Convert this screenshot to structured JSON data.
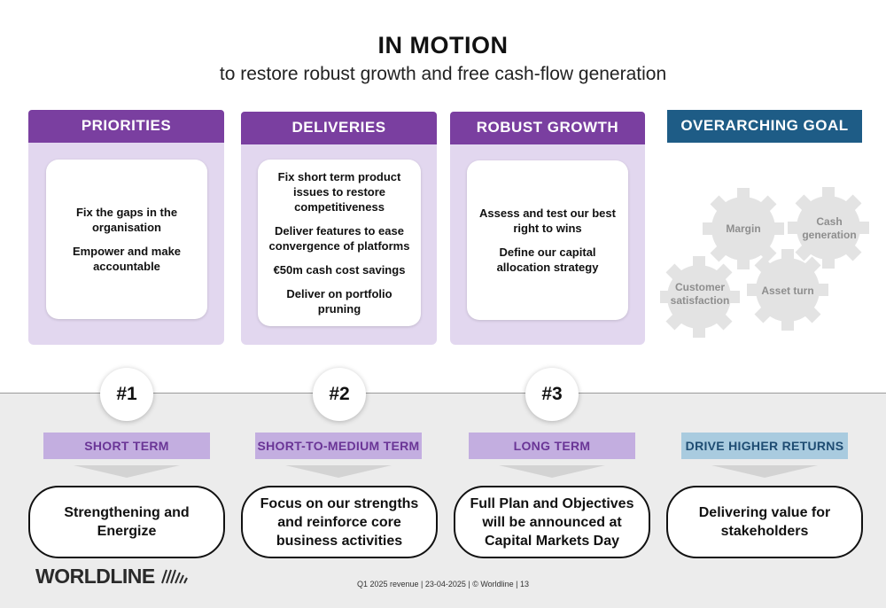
{
  "header": {
    "title": "IN MOTION",
    "subtitle": "to restore robust growth and free cash-flow generation"
  },
  "columns": [
    {
      "heading": "PRIORITIES",
      "items": [
        "Fix the  gaps in the organisation",
        "Empower and make accountable"
      ],
      "number": "#1",
      "term": "SHORT TERM",
      "outcome": "Strengthening and Energize"
    },
    {
      "heading": "DELIVERIES",
      "items": [
        "Fix short term product issues to restore competitiveness",
        "Deliver features to ease convergence of platforms",
        "€50m cash cost savings",
        "Deliver on portfolio pruning"
      ],
      "number": "#2",
      "term": "SHORT-TO-MEDIUM TERM",
      "outcome": "Focus on our strengths and reinforce core business activities"
    },
    {
      "heading": "ROBUST GROWTH",
      "items": [
        "Assess and test our best right to wins",
        "Define our capital allocation strategy"
      ],
      "number": "#3",
      "term": "LONG TERM",
      "outcome": "Full Plan and Objectives will be announced at Capital Markets Day"
    }
  ],
  "goal": {
    "heading": "OVERARCHING GOAL",
    "gears": [
      "Margin",
      "Cash generation",
      "Customer satisfaction",
      "Asset turn"
    ],
    "term": "DRIVE HIGHER RETURNS",
    "outcome": "Delivering value for stakeholders"
  },
  "footer": {
    "logo_text": "WORLDLINE",
    "text": "Q1 2025 revenue | 23-04-2025 | © Worldline | 13"
  },
  "colors": {
    "purple": "#7a3fa0",
    "lilac": "#e2d7ef",
    "blue": "#1e5c86",
    "light_blue": "#a9cbdf",
    "gear": "#e3e3e3"
  }
}
